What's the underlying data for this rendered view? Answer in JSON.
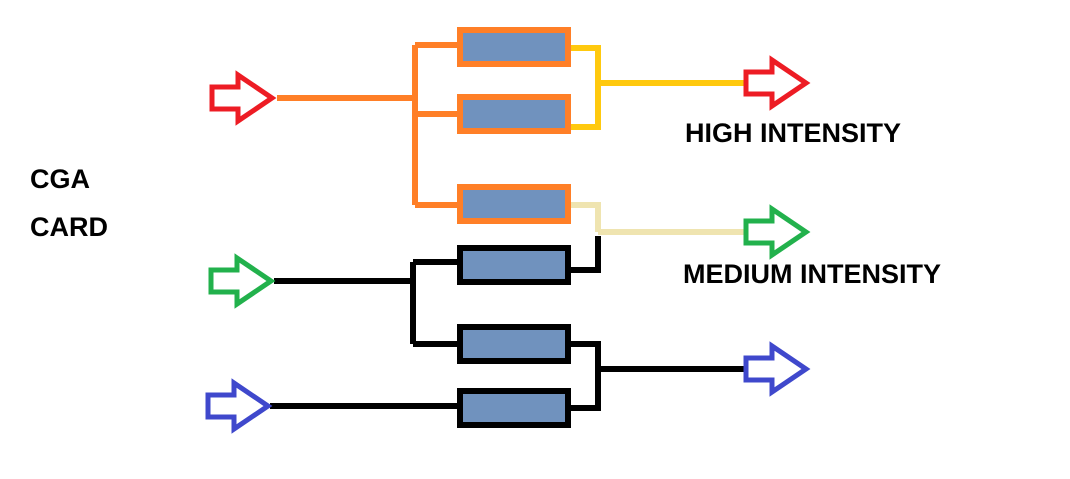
{
  "labels": {
    "card_line1": "CGA",
    "card_line2": "CARD",
    "high": "HIGH INTENSITY",
    "medium": "MEDIUM INTENSITY"
  },
  "colors": {
    "red_arrow": "#ed1c24",
    "green_arrow": "#22b14c",
    "blue_arrow": "#3f48cc",
    "orange_wire": "#ff7f27",
    "yellow_wire": "#ffc90e",
    "beige_wire": "#efe4b0",
    "black_wire": "#000000",
    "resistor_fill": "#7092be"
  },
  "icons": {
    "input_arrows": [
      "red-arrow-icon",
      "green-arrow-icon",
      "blue-arrow-icon"
    ],
    "output_arrows": [
      "red-arrow-icon",
      "green-arrow-icon",
      "blue-arrow-icon"
    ]
  }
}
